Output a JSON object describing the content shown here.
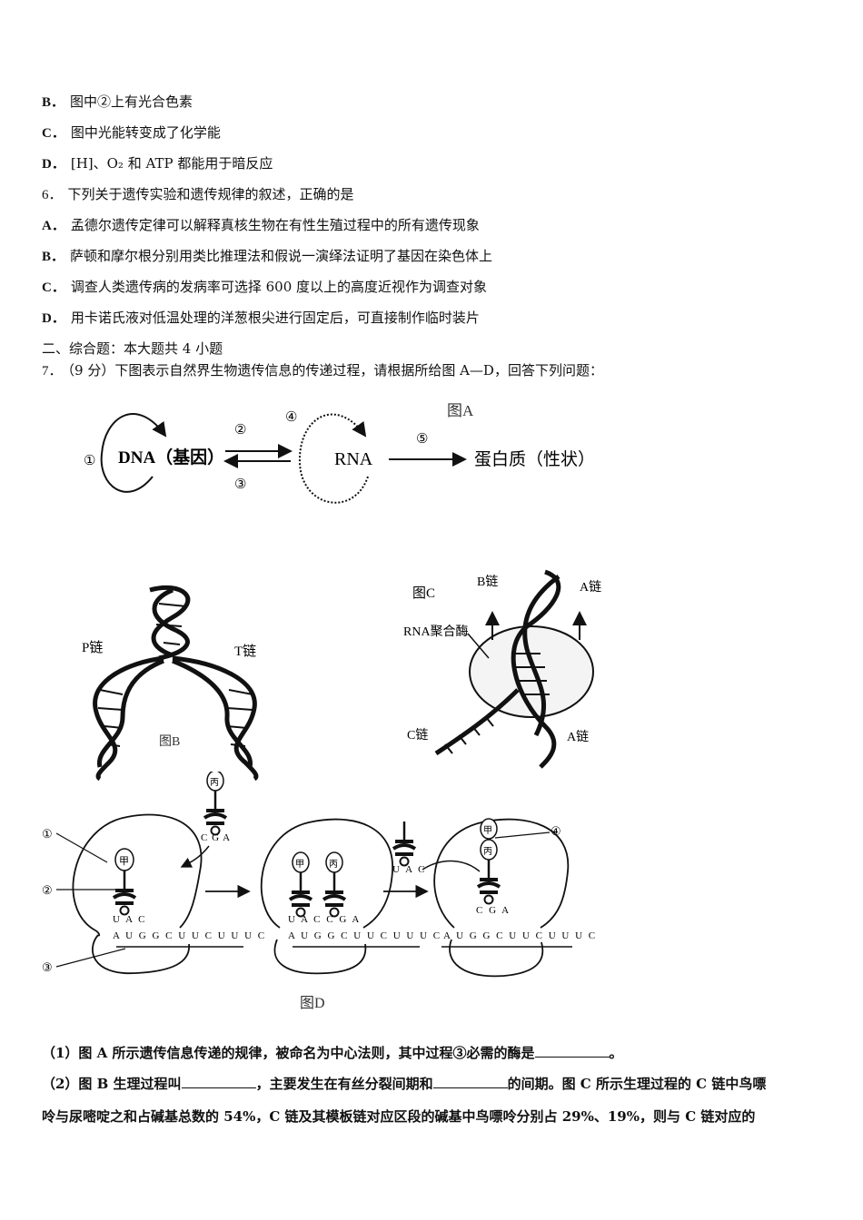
{
  "question5_options": [
    {
      "letter": "B．",
      "text": "图中②上有光合色素"
    },
    {
      "letter": "C．",
      "text": "图中光能转变成了化学能"
    },
    {
      "letter": "D．",
      "text": "[H]、O₂ 和 ATP 都能用于暗反应"
    }
  ],
  "question6": {
    "number": "6．",
    "stem": "下列关于遗传实验和遗传规律的叙述，正确的是",
    "options": [
      {
        "letter": "A．",
        "text": "孟德尔遗传定律可以解释真核生物在有性生殖过程中的所有遗传现象"
      },
      {
        "letter": "B．",
        "text": "萨顿和摩尔根分别用类比推理法和假说一演绎法证明了基因在染色体上"
      },
      {
        "letter": "C．",
        "text": "调查人类遗传病的发病率可选择 600 度以上的高度近视作为调查对象"
      },
      {
        "letter": "D．",
        "text": "用卡诺氏液对低温处理的洋葱根尖进行固定后，可直接制作临时装片"
      }
    ]
  },
  "section2": {
    "title": "二、综合题：本大题共 4 小题"
  },
  "question7": {
    "number": "7．",
    "points": "（9 分）",
    "stem": "下图表示自然界生物遗传信息的传递过程，请根据所给图 A—D，回答下列问题：",
    "figA": {
      "title": "图A",
      "dna": "DNA（基因）",
      "rna": "RNA",
      "protein": "蛋白质（性状）",
      "labels": [
        "①",
        "②",
        "③",
        "④",
        "⑤"
      ]
    },
    "figB": {
      "title": "图B",
      "left_chain": "P链",
      "right_chain": "T链"
    },
    "figC": {
      "title": "图C",
      "b_chain": "B链",
      "a_chain_top": "A链",
      "enzyme": "RNA聚合酶",
      "c_chain": "C链",
      "a_chain_bottom": "A链"
    },
    "figD": {
      "title": "图D",
      "labels": [
        "①",
        "②",
        "③",
        "④"
      ],
      "trna_jia": "甲",
      "trna_bing": "丙",
      "anticodon_cga": "C G A",
      "anticodon_uac": "U A C",
      "stage1_anticodon": "U A C",
      "stage2_anticodons": "U A C C G A",
      "stage3_anticodon": "C G A",
      "mrna": "A U G G C U U C U U U C"
    },
    "sub1": {
      "prefix": "（1）图 A 所示遗传信息传递的规律，被命名为中心法则，其中过程③必需的酶是",
      "suffix": "。"
    },
    "sub2": {
      "prefix": "（2）图 B 生理过程叫",
      "mid1": "，主要发生在有丝分裂间期和",
      "mid2": "的间期。图 C 所示生理过程的 C 链中鸟嘌",
      "line2": "呤与尿嘧啶之和占碱基总数的 54%，C 链及其模板链对应区段的碱基中鸟嘌呤分别占 29%、19%，则与 C 链对应的"
    }
  }
}
